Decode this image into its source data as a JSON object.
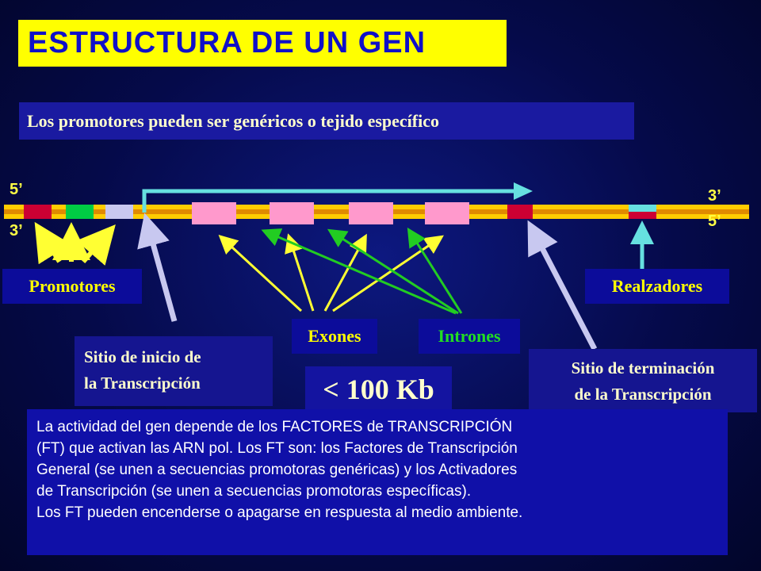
{
  "title": "ESTRUCTURA DE UN GEN",
  "subtitle": "Los promotores pueden ser genéricos o tejido específico",
  "strands": {
    "top_left": "5’",
    "bottom_left": "3’",
    "top_right": "3’",
    "bottom_right": "5’"
  },
  "labels": {
    "promotores": "Promotores",
    "realzadores": "Realzadores",
    "exones": "Exones",
    "intrones": "Intrones",
    "inicio_line1": "Sitio de inicio de",
    "inicio_line2": "la Transcripción",
    "terminacion_line1": "Sitio de terminación",
    "terminacion_line2": "de la Transcripción",
    "size": "< 100 Kb"
  },
  "info_lines": [
    "La actividad del gen depende de los FACTORES  de TRANSCRIPCIÓN",
    "(FT) que activan las ARN pol. Los FT son: los Factores de Transcripción",
    "General (se unen a secuencias promotoras genéricas) y los Activadores",
    "de Transcripción (se unen a secuencias promotoras específicas).",
    "Los FT pueden encenderse o apagarse en respuesta al medio ambiente."
  ],
  "colors": {
    "strand": "#ffcc00",
    "promoter_red": "#cc0033",
    "promoter_green": "#00cc44",
    "promoter_lavender": "#c8c8f0",
    "exon_pink": "#ff99cc",
    "termination_red": "#cc0033",
    "enhancer_cyan": "#66e0e0",
    "arrow_yellow": "#ffff33",
    "arrow_green": "#22cc22",
    "arrow_lavender": "#c8c8f0",
    "arrow_cyan": "#66e0e0"
  }
}
